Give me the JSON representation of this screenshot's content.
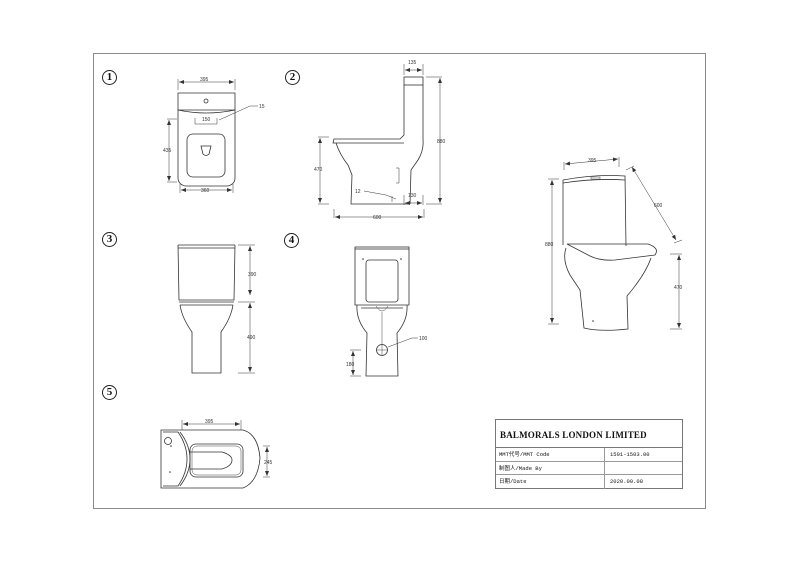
{
  "views": [
    {
      "id": "1",
      "label": "1",
      "name": "top-view",
      "dimensions": {
        "width_top": "395",
        "width_bottom": "360",
        "depth": "435",
        "hole_spacing": "150",
        "hole_diameter": "15"
      }
    },
    {
      "id": "2",
      "label": "2",
      "name": "side-view",
      "dimensions": {
        "tank_depth": "135",
        "total_height": "880",
        "seat_height": "470",
        "outlet_offset": "12",
        "outlet_height": "130",
        "length": "600"
      }
    },
    {
      "id": "3",
      "label": "3",
      "name": "front-view",
      "dimensions": {
        "tank_height": "390",
        "bowl_height": "490"
      }
    },
    {
      "id": "4",
      "label": "4",
      "name": "rear-view",
      "dimensions": {
        "outlet_diameter": "100",
        "outlet_center_height": "180"
      }
    },
    {
      "id": "5",
      "label": "5",
      "name": "bottom-view",
      "dimensions": {
        "length": "395",
        "width": "245"
      }
    }
  ],
  "iso_view": {
    "dimensions": {
      "tank_width": "395",
      "depth": "600",
      "total_height": "880",
      "seat_height": "470"
    }
  },
  "title_block": {
    "company": "BALMORALS LONDON LIMITED",
    "rows": [
      {
        "label": "MMT代号/MMT Code",
        "value": "1501-1503.00"
      },
      {
        "label": "制图人/Made By",
        "value": ""
      },
      {
        "label": "日期/Date",
        "value": "2020.09.08"
      }
    ]
  },
  "colors": {
    "line": "#333333",
    "frame": "#8a8a8a",
    "background": "#ffffff"
  }
}
